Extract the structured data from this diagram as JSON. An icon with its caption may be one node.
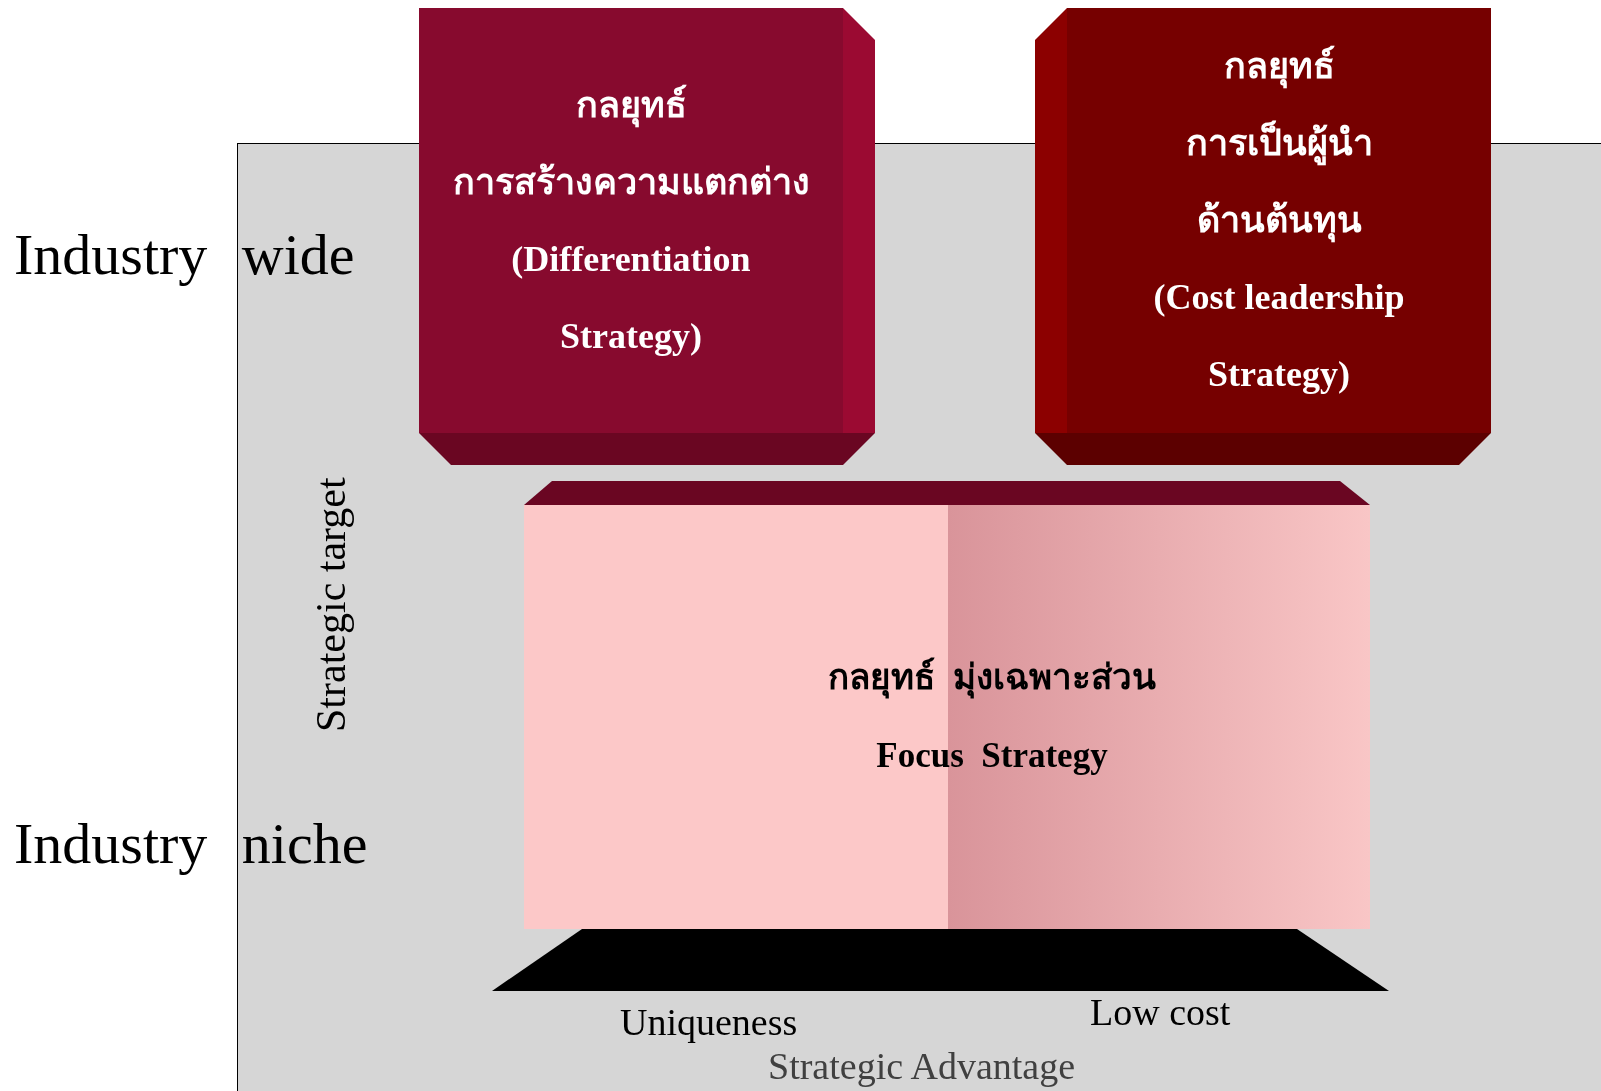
{
  "diagram": {
    "nodes": [
      {
        "text": [
          "กลยุทธ์ การสร้างความแตกต่าง",
          "(Differentiation Strategy)"
        ]
      },
      {
        "text": [
          "กลยุทธ์ การเป็นผู้นำ ด้านต้นทุน",
          "(Cost leadership Strategy)"
        ]
      },
      {
        "text": [
          "กลยุทธ์  มุ่งเฉพาะส่วน",
          "Focus  Strategy"
        ]
      },
      {
        "text": [],
        "shape": "box"
      }
    ],
    "labels": [
      "Industry wide",
      "Industry niche",
      "Strategic target",
      "Uniqueness",
      "Low cost",
      "Strategic Advantage"
    ]
  }
}
